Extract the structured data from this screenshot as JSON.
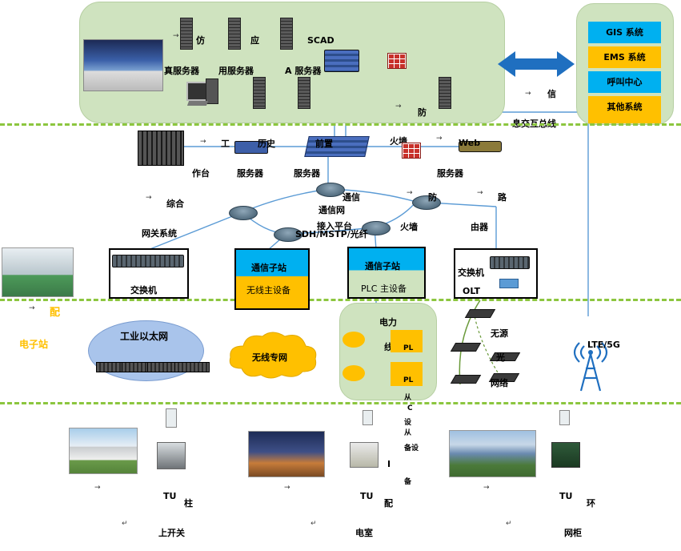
{
  "top": {
    "sim_server": [
      "仿",
      "真服务器"
    ],
    "app_server": [
      "应",
      "用服务器"
    ],
    "scada": [
      "SCAD",
      "A 服务器"
    ],
    "info_bus": [
      "信",
      "息交互总线"
    ],
    "firewall_frag": "防"
  },
  "systems": [
    "GIS 系统",
    "EMS 系统",
    "呼叫中心",
    "其他系统"
  ],
  "middle": {
    "workstation": [
      "工",
      "作台"
    ],
    "history": [
      "历史",
      "服务器"
    ],
    "frontend": [
      "前置",
      "服务器"
    ],
    "firewall": "火墙",
    "web": [
      "Web",
      "服务器"
    ],
    "comm_net": [
      "通信",
      "通信网"
    ],
    "access_platform": "接入平台",
    "sdh": "SDH/MSTP/光纤",
    "gateway": [
      "综合",
      "网关系统"
    ],
    "firewall2": [
      "防",
      "火墙"
    ],
    "router": [
      "路",
      "由器"
    ]
  },
  "substation": {
    "switch": "交换机",
    "comm_sub_1": "通信子站",
    "wireless_main": "无线主设备",
    "comm_sub_2": "通信子站",
    "plc_main": "PLC 主设备",
    "switch_olt": [
      "交换机",
      "OLT"
    ]
  },
  "access": {
    "pds": [
      "配",
      "电子站"
    ],
    "eth": "工业以太网",
    "wireless": "无线专网",
    "power_line": [
      "电力",
      "线"
    ],
    "pl1": "PL",
    "pl2": "PL",
    "pon": [
      "无源",
      "光",
      "网络"
    ],
    "lte": "LTE/5G"
  },
  "terminals": {
    "slave": [
      "从",
      "C",
      "设",
      "从",
      "备设",
      "备"
    ],
    "t1": [
      "TU",
      "柱",
      "上开关"
    ],
    "t2": [
      "TU",
      "配",
      "电室"
    ],
    "t3": [
      "TU",
      "环",
      "网柜"
    ],
    "pipe": "I"
  },
  "colors": {
    "green_panel": "#cfe3bf",
    "blue": "#00b0f0",
    "yellow": "#ffc000",
    "dash": "#8cc63f"
  }
}
